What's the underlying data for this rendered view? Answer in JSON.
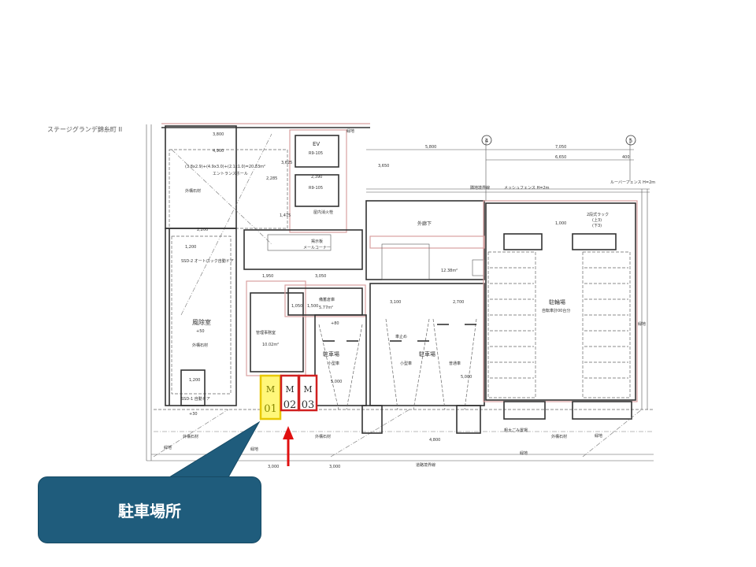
{
  "slide": {
    "caption": "ステージグランデ錦糸町 II"
  },
  "callout": {
    "label": "駐車場所",
    "color": "#1f5c7c"
  },
  "parking_markers": [
    {
      "line1": "M",
      "line2": "01",
      "highlighted": true,
      "fill": "#fff77a",
      "border": "#e8c800"
    },
    {
      "line1": "M",
      "line2": "02",
      "highlighted": false,
      "fill": "#ffffff",
      "border": "#d02020"
    },
    {
      "line1": "M",
      "line2": "03",
      "highlighted": false,
      "fill": "#ffffff",
      "border": "#d02020"
    }
  ],
  "arrow_color": "#e01010",
  "plan": {
    "axes": [
      "4",
      "5"
    ],
    "dimensions": {
      "top_a": "5,800",
      "top_b": "7,050",
      "top_c": "6,650",
      "top_d": "400",
      "side": "3,650",
      "entrance_w": "4,900",
      "entrance_top": "3,800",
      "ev_w": "2,390",
      "ev_h": "3,625",
      "hall": "2,285",
      "hall2": "1,475",
      "left_a": "2,200",
      "left_b": "1,200",
      "left_c": "1,200",
      "mail": "1,950",
      "mail2": "3,050",
      "store_h": "1,500",
      "store_h2": "1,050",
      "p1": "3,100",
      "p2": "2,700",
      "p3": "5,000",
      "p4": "5,000",
      "bottom_a": "3,000",
      "bottom_b": "3,000",
      "bottom_c": "4,800",
      "right_h": "1,000"
    },
    "rooms": {
      "entrance": "エントランスホール",
      "entrance_area": "(3.8x2.9)+(4.9x3.0)+(2.1x1.0)=20.33m²",
      "windbreak": "風除室",
      "ev": "EV",
      "ev1": "R9-105",
      "ev2": "R9-105",
      "hydrant": "屋内消火栓",
      "mail_corner": "メールコーナー",
      "garbage": "掲示板",
      "corridor": "外廊下",
      "office": "管理事務室",
      "office_area": "10.02m²",
      "storage": "備蓄倉庫",
      "storage_area": "5.77m²",
      "meter_area": "12.38m²",
      "parking1": "駐車場",
      "parking1_type": "小型車",
      "parking2": "駐車場",
      "parking2_type": "小型車",
      "parking2_type2": "普通車",
      "bike": "駐輪場",
      "bike_count": "自転車計00台分",
      "bike_rack": "2段式ラック",
      "bike_rack_sub": "(上3)",
      "bike_rack_sub2": "(下3)",
      "green1": "緑地",
      "green2": "緑地",
      "green3": "緑地",
      "green4": "緑地",
      "green5": "緑地",
      "green6": "緑地",
      "stone1": "外構石材",
      "stone2": "外構石材",
      "stone3": "外構石材",
      "stone4": "外構石材",
      "stone5": "外構石材",
      "gomi": "粗大ごみ置場",
      "boundary_top": "隣地境界線",
      "fence": "メッシュフェンス H=2m",
      "louver": "ルーバーフェンス H=2m",
      "road_boundary": "道路境界線",
      "sd1": "SSD-1 自動ドア",
      "sd2": "SSD-2 オートロック自動ドア",
      "stop": "車止め",
      "lv1": "+50",
      "lv2": "+80",
      "lv3": "+30"
    }
  }
}
